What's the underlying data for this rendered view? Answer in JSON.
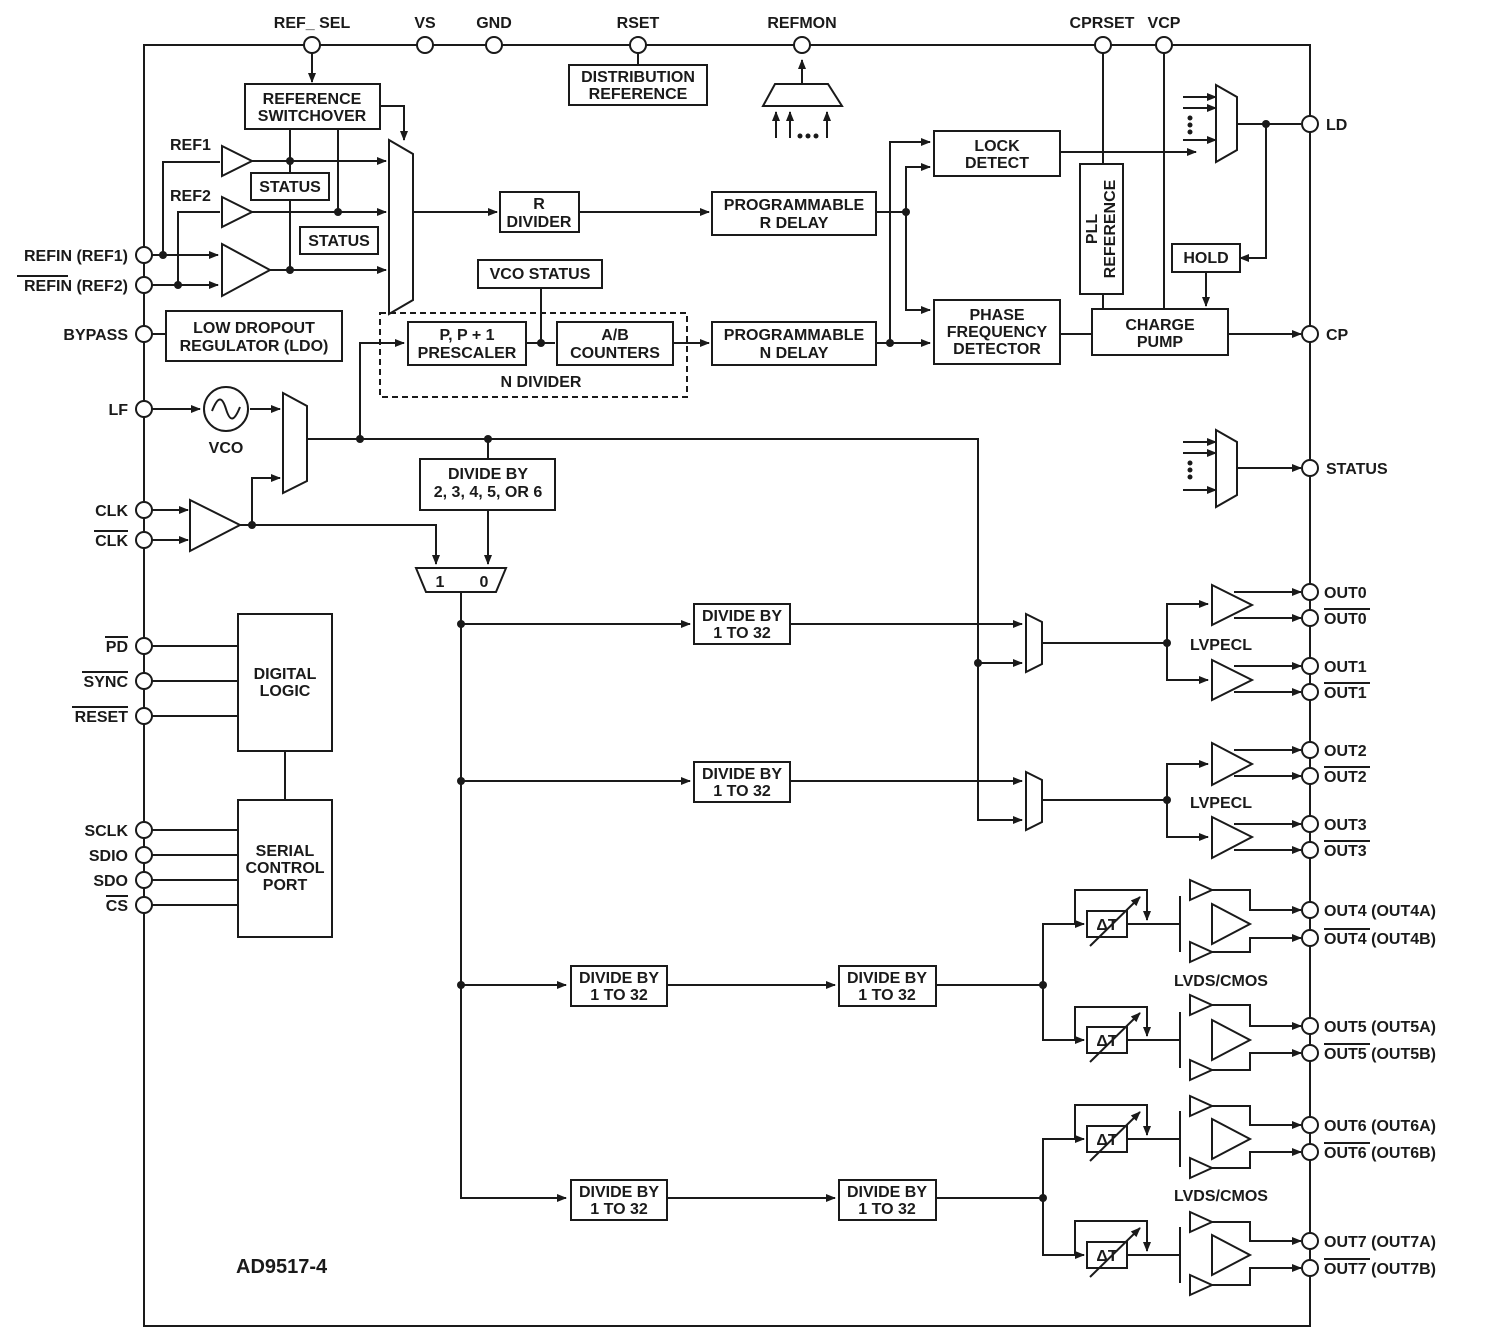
{
  "chip": {
    "name": "AD9517-4"
  },
  "pins": {
    "top": [
      "REF_ SEL",
      "VS",
      "GND",
      "RSET",
      "REFMON",
      "CPRSET",
      "VCP"
    ],
    "left": [
      "REFIN (REF1)",
      "REFIN (REF2)",
      "BYPASS",
      "LF",
      "CLK",
      "CLK",
      "PD",
      "SYNC",
      "RESET",
      "SCLK",
      "SDIO",
      "SDO",
      "CS"
    ],
    "right_top": [
      "LD",
      "CP",
      "STATUS"
    ],
    "lvpecl": [
      "OUT0",
      "OUT0",
      "OUT1",
      "OUT1",
      "OUT2",
      "OUT2",
      "OUT3",
      "OUT3"
    ],
    "lvds": [
      "OUT4 (OUT4A)",
      "OUT4 (OUT4B)",
      "OUT5 (OUT5A)",
      "OUT5 (OUT5B)",
      "OUT6 (OUT6A)",
      "OUT6 (OUT6B)",
      "OUT7 (OUT7A)",
      "OUT7 (OUT7B)"
    ]
  },
  "labels": {
    "ref1": "REF1",
    "ref2": "REF2",
    "vco": "VCO",
    "n_divider": "N DIVIDER",
    "lvpecl": "LVPECL",
    "lvds_cmos": "LVDS/CMOS",
    "mux_1": "1",
    "mux_0": "0",
    "delta_t": "ΔT"
  },
  "blocks": {
    "distribution_reference": [
      "DISTRIBUTION",
      "REFERENCE"
    ],
    "reference_switchover": [
      "REFERENCE",
      "SWITCHOVER"
    ],
    "status": [
      "STATUS"
    ],
    "r_divider": [
      "R",
      "DIVIDER"
    ],
    "prog_r_delay": [
      "PROGRAMMABLE",
      "R DELAY"
    ],
    "lock_detect": [
      "LOCK",
      "DETECT"
    ],
    "pll_reference": [
      "PLL",
      "REFERENCE"
    ],
    "hold": [
      "HOLD"
    ],
    "vco_status": [
      "VCO STATUS"
    ],
    "ldo": [
      "LOW DROPOUT",
      "REGULATOR (LDO)"
    ],
    "prescaler": [
      "P, P + 1",
      "PRESCALER"
    ],
    "ab_counters": [
      "A/B",
      "COUNTERS"
    ],
    "prog_n_delay": [
      "PROGRAMMABLE",
      "N DELAY"
    ],
    "pfd": [
      "PHASE",
      "FREQUENCY",
      "DETECTOR"
    ],
    "charge_pump": [
      "CHARGE",
      "PUMP"
    ],
    "divide_by_vco": [
      "DIVIDE BY",
      "2, 3, 4, 5, OR 6"
    ],
    "divide_by_32": [
      "DIVIDE BY",
      "1 TO 32"
    ],
    "digital_logic": [
      "DIGITAL",
      "LOGIC"
    ],
    "serial_port": [
      "SERIAL",
      "CONTROL",
      "PORT"
    ]
  }
}
